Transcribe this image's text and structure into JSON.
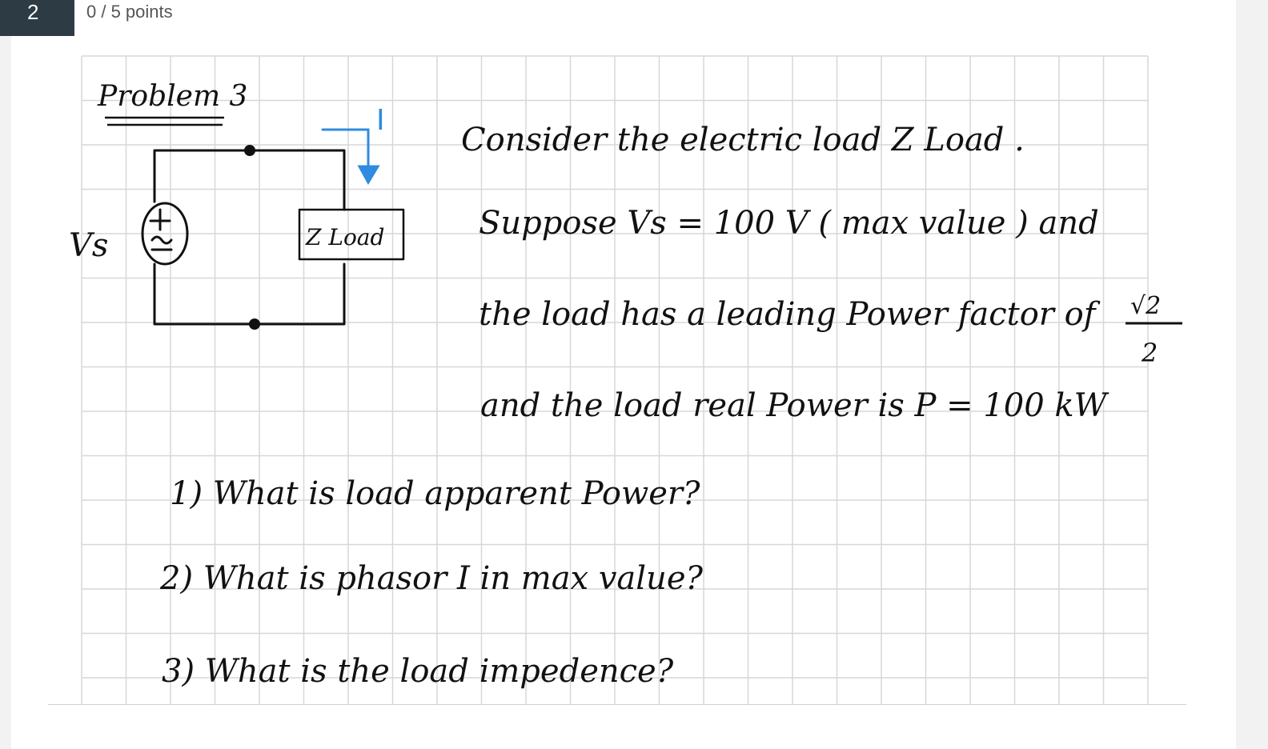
{
  "question": {
    "number": "2",
    "points": "0 / 5 points"
  },
  "problem": {
    "heading": "Problem 3",
    "circuit": {
      "source_label": "Vs",
      "source_symbol": "+\n~",
      "current_label": "I",
      "load_label": "Z Load"
    },
    "statement": {
      "line1": "Consider the electric load Z Load .",
      "line2": "Suppose Vs = 100 V ( max value ) and",
      "line3": "the load has a leading Power factor of",
      "pf_numerator": "√2",
      "pf_denominator": "2",
      "line4": "and the load real Power is P = 100 kW"
    },
    "questions": [
      "1) What is load apparent Power?",
      "2) What is phasor I in max value?",
      "3) What is the load impedence?"
    ]
  },
  "colors": {
    "header_bg": "#2d3b45",
    "ink": "#111111",
    "current_arrow": "#2f8be0",
    "grid": "#d7d7d7"
  }
}
